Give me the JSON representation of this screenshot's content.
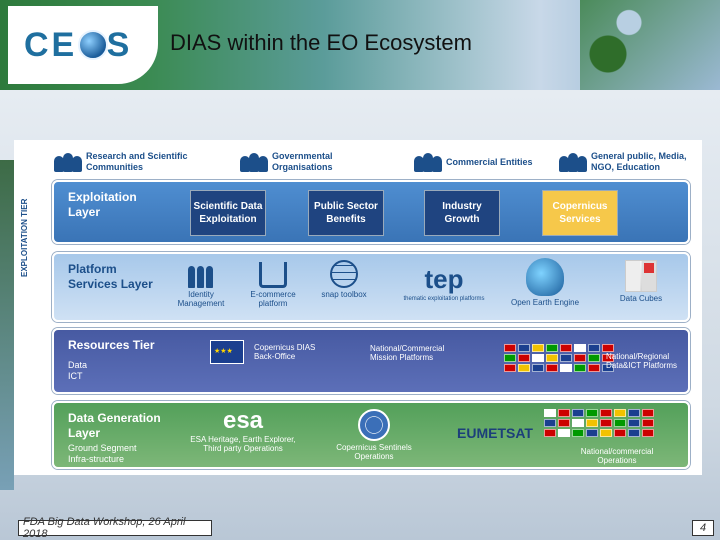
{
  "header": {
    "logo_text": "CEOS",
    "title": "DIAS within the EO Ecosystem"
  },
  "diagram": {
    "side_label": "EXPLOITATION TIER",
    "stakeholders": [
      {
        "text": "Research and Scientific Communities"
      },
      {
        "text": "Governmental Organisations"
      },
      {
        "text": "Commercial Entities"
      },
      {
        "text": "General public, Media, NGO, Education"
      }
    ],
    "exploitation": {
      "name": "Exploitation Layer",
      "boxes": [
        {
          "text": "Scientific Data Exploitation"
        },
        {
          "text": "Public Sector Benefits"
        },
        {
          "text": "Industry Growth"
        },
        {
          "text": "Copernicus Services"
        }
      ]
    },
    "platform": {
      "name": "Platform Services Layer",
      "items": [
        {
          "text": "Identity Management"
        },
        {
          "text": "E-commerce platform"
        },
        {
          "text": "snap toolbox"
        },
        {
          "logo": "tep",
          "text": "thematic exploitation platforms"
        },
        {
          "text": "Open Earth Engine"
        },
        {
          "text": "Data Cubes"
        }
      ]
    },
    "resources": {
      "name": "Resources Tier",
      "sub": "Data ICT",
      "items": [
        {
          "text": "Copernicus DIAS Back-Office"
        },
        {
          "text": "National/Commercial Mission Platforms"
        },
        {
          "text": "National/Regional Data&ICT Platforms"
        }
      ]
    },
    "generation": {
      "name": "Data Generation Layer",
      "sub": "Ground Segment Infra-structure",
      "items": [
        {
          "logo": "esa",
          "text": "ESA Heritage, Earth Explorer, Third party Operations"
        },
        {
          "text": "Copernicus Sentinels Operations"
        },
        {
          "logo": "EUMETSAT"
        },
        {
          "text": "National/commercial Operations"
        }
      ]
    }
  },
  "footer": {
    "event": "FDA Big Data Workshop, 26 April 2018",
    "page": "4"
  }
}
